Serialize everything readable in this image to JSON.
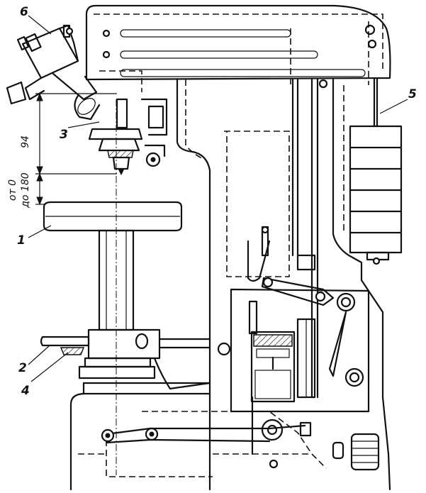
{
  "labels": {
    "part_1": "1",
    "part_2": "2",
    "part_3": "3",
    "part_4": "4",
    "part_5": "5",
    "part_6": "6"
  },
  "dimensions": {
    "stroke": "94",
    "range_line_1": "от 0",
    "range_line_2": "до 180"
  }
}
